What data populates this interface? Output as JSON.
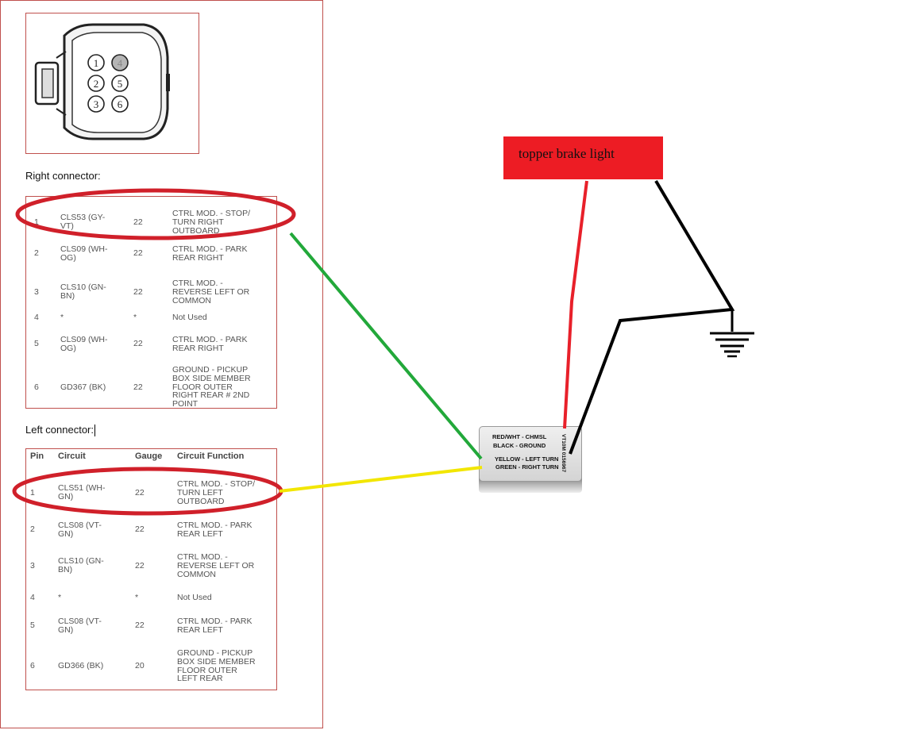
{
  "connector_pins": [
    {
      "n": "1",
      "filled": false
    },
    {
      "n": "4",
      "filled": true
    },
    {
      "n": "2",
      "filled": false
    },
    {
      "n": "5",
      "filled": false
    },
    {
      "n": "3",
      "filled": false
    },
    {
      "n": "6",
      "filled": false
    }
  ],
  "right_connector": {
    "label": "Right connector:",
    "rows": [
      {
        "pin": "1",
        "circuit": [
          "CLS53 (GY-",
          "VT)"
        ],
        "gauge": "22",
        "function": [
          "CTRL MOD. - STOP/",
          "TURN RIGHT",
          "OUTBOARD"
        ]
      },
      {
        "pin": "2",
        "circuit": [
          "CLS09 (WH-",
          "OG)"
        ],
        "gauge": "22",
        "function": [
          "CTRL MOD. - PARK",
          "REAR RIGHT"
        ]
      },
      {
        "pin": "3",
        "circuit": [
          "CLS10 (GN-",
          "BN)"
        ],
        "gauge": "22",
        "function": [
          "CTRL MOD. -",
          "REVERSE LEFT OR",
          "COMMON"
        ]
      },
      {
        "pin": "4",
        "circuit": [
          "*"
        ],
        "gauge": "*",
        "function": [
          "Not Used"
        ]
      },
      {
        "pin": "5",
        "circuit": [
          "CLS09 (WH-",
          "OG)"
        ],
        "gauge": "22",
        "function": [
          "CTRL MOD. - PARK",
          "REAR RIGHT"
        ]
      },
      {
        "pin": "6",
        "circuit": [
          "GD367 (BK)"
        ],
        "gauge": "22",
        "function": [
          "GROUND - PICKUP",
          "BOX SIDE MEMBER",
          "FLOOR OUTER",
          "RIGHT REAR # 2ND",
          "POINT"
        ]
      }
    ]
  },
  "left_connector": {
    "label": "Left connector:",
    "headers": {
      "pin": "Pin",
      "circuit": "Circuit",
      "gauge": "Gauge",
      "function": "Circuit Function"
    },
    "rows": [
      {
        "pin": "1",
        "circuit": [
          "CLS51 (WH-",
          "GN)"
        ],
        "gauge": "22",
        "function": [
          "CTRL MOD. - STOP/",
          "TURN LEFT",
          "OUTBOARD"
        ]
      },
      {
        "pin": "2",
        "circuit": [
          "CLS08 (VT-",
          "GN)"
        ],
        "gauge": "22",
        "function": [
          "CTRL MOD. - PARK",
          "REAR LEFT"
        ]
      },
      {
        "pin": "3",
        "circuit": [
          "CLS10 (GN-",
          "BN)"
        ],
        "gauge": "22",
        "function": [
          "CTRL MOD. -",
          "REVERSE LEFT OR",
          "COMMON"
        ]
      },
      {
        "pin": "4",
        "circuit": [
          "*"
        ],
        "gauge": "*",
        "function": [
          "Not Used"
        ]
      },
      {
        "pin": "5",
        "circuit": [
          "CLS08 (VT-",
          "GN)"
        ],
        "gauge": "22",
        "function": [
          "CTRL MOD. - PARK",
          "REAR LEFT"
        ]
      },
      {
        "pin": "6",
        "circuit": [
          "GD366 (BK)"
        ],
        "gauge": "20",
        "function": [
          "GROUND - PICKUP",
          "BOX SIDE MEMBER",
          "FLOOR OUTER",
          "LEFT REAR"
        ]
      }
    ]
  },
  "topper_label": "topper brake light",
  "module": {
    "line1": "RED/WHT - CHMSL",
    "line2": "BLACK - GROUND",
    "line3": "YELLOW - LEFT TURN",
    "line4": "GREEN - RIGHT TURN",
    "side": "VT10M 0156967"
  },
  "wire_colors": {
    "green": "#22a83a",
    "yellow": "#f2e600",
    "red": "#e8202a",
    "black": "#000000",
    "highlight": "#d0202a"
  }
}
